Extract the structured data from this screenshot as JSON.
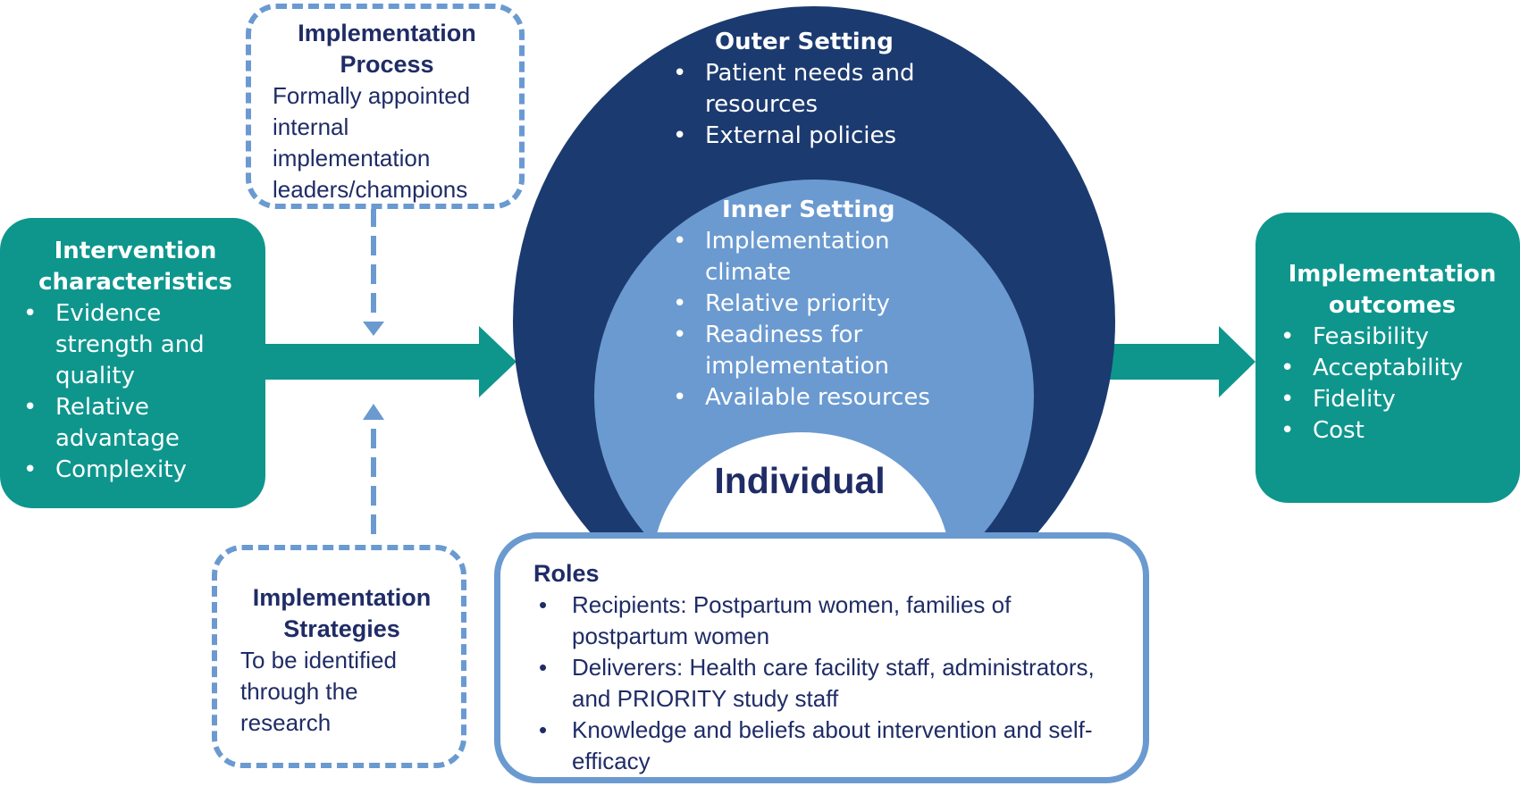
{
  "implementation_process": {
    "title": "Implementation Process",
    "body": "Formally appointed internal implementation leaders/champions"
  },
  "intervention": {
    "title": "Intervention characteristics",
    "items": [
      "Evidence strength and quality",
      "Relative advantage",
      "Complexity"
    ]
  },
  "outer_setting": {
    "title": "Outer Setting",
    "items": [
      "Patient needs and resources",
      "External policies"
    ]
  },
  "inner_setting": {
    "title": "Inner Setting",
    "items": [
      "Implementation climate",
      "Relative priority",
      "Readiness for implementation",
      "Available resources"
    ]
  },
  "individual": {
    "title": "Individual",
    "roles_title": "Roles",
    "items": [
      "Recipients: Postpartum women, families of postpartum women",
      "Deliverers: Health care facility staff, administrators, and PRIORITY study staff",
      "Knowledge and beliefs about intervention and self-efficacy"
    ]
  },
  "outcomes": {
    "title": "Implementation outcomes",
    "items": [
      "Feasibility",
      "Acceptability",
      "Fidelity",
      "Cost"
    ]
  },
  "strategies": {
    "title": "Implementation Strategies",
    "body": "To be identified through the research"
  },
  "colors": {
    "navy": "#1b3a70",
    "light_blue": "#6a9ad0",
    "teal": "#0e968d",
    "text_dark": "#1f2c66"
  }
}
